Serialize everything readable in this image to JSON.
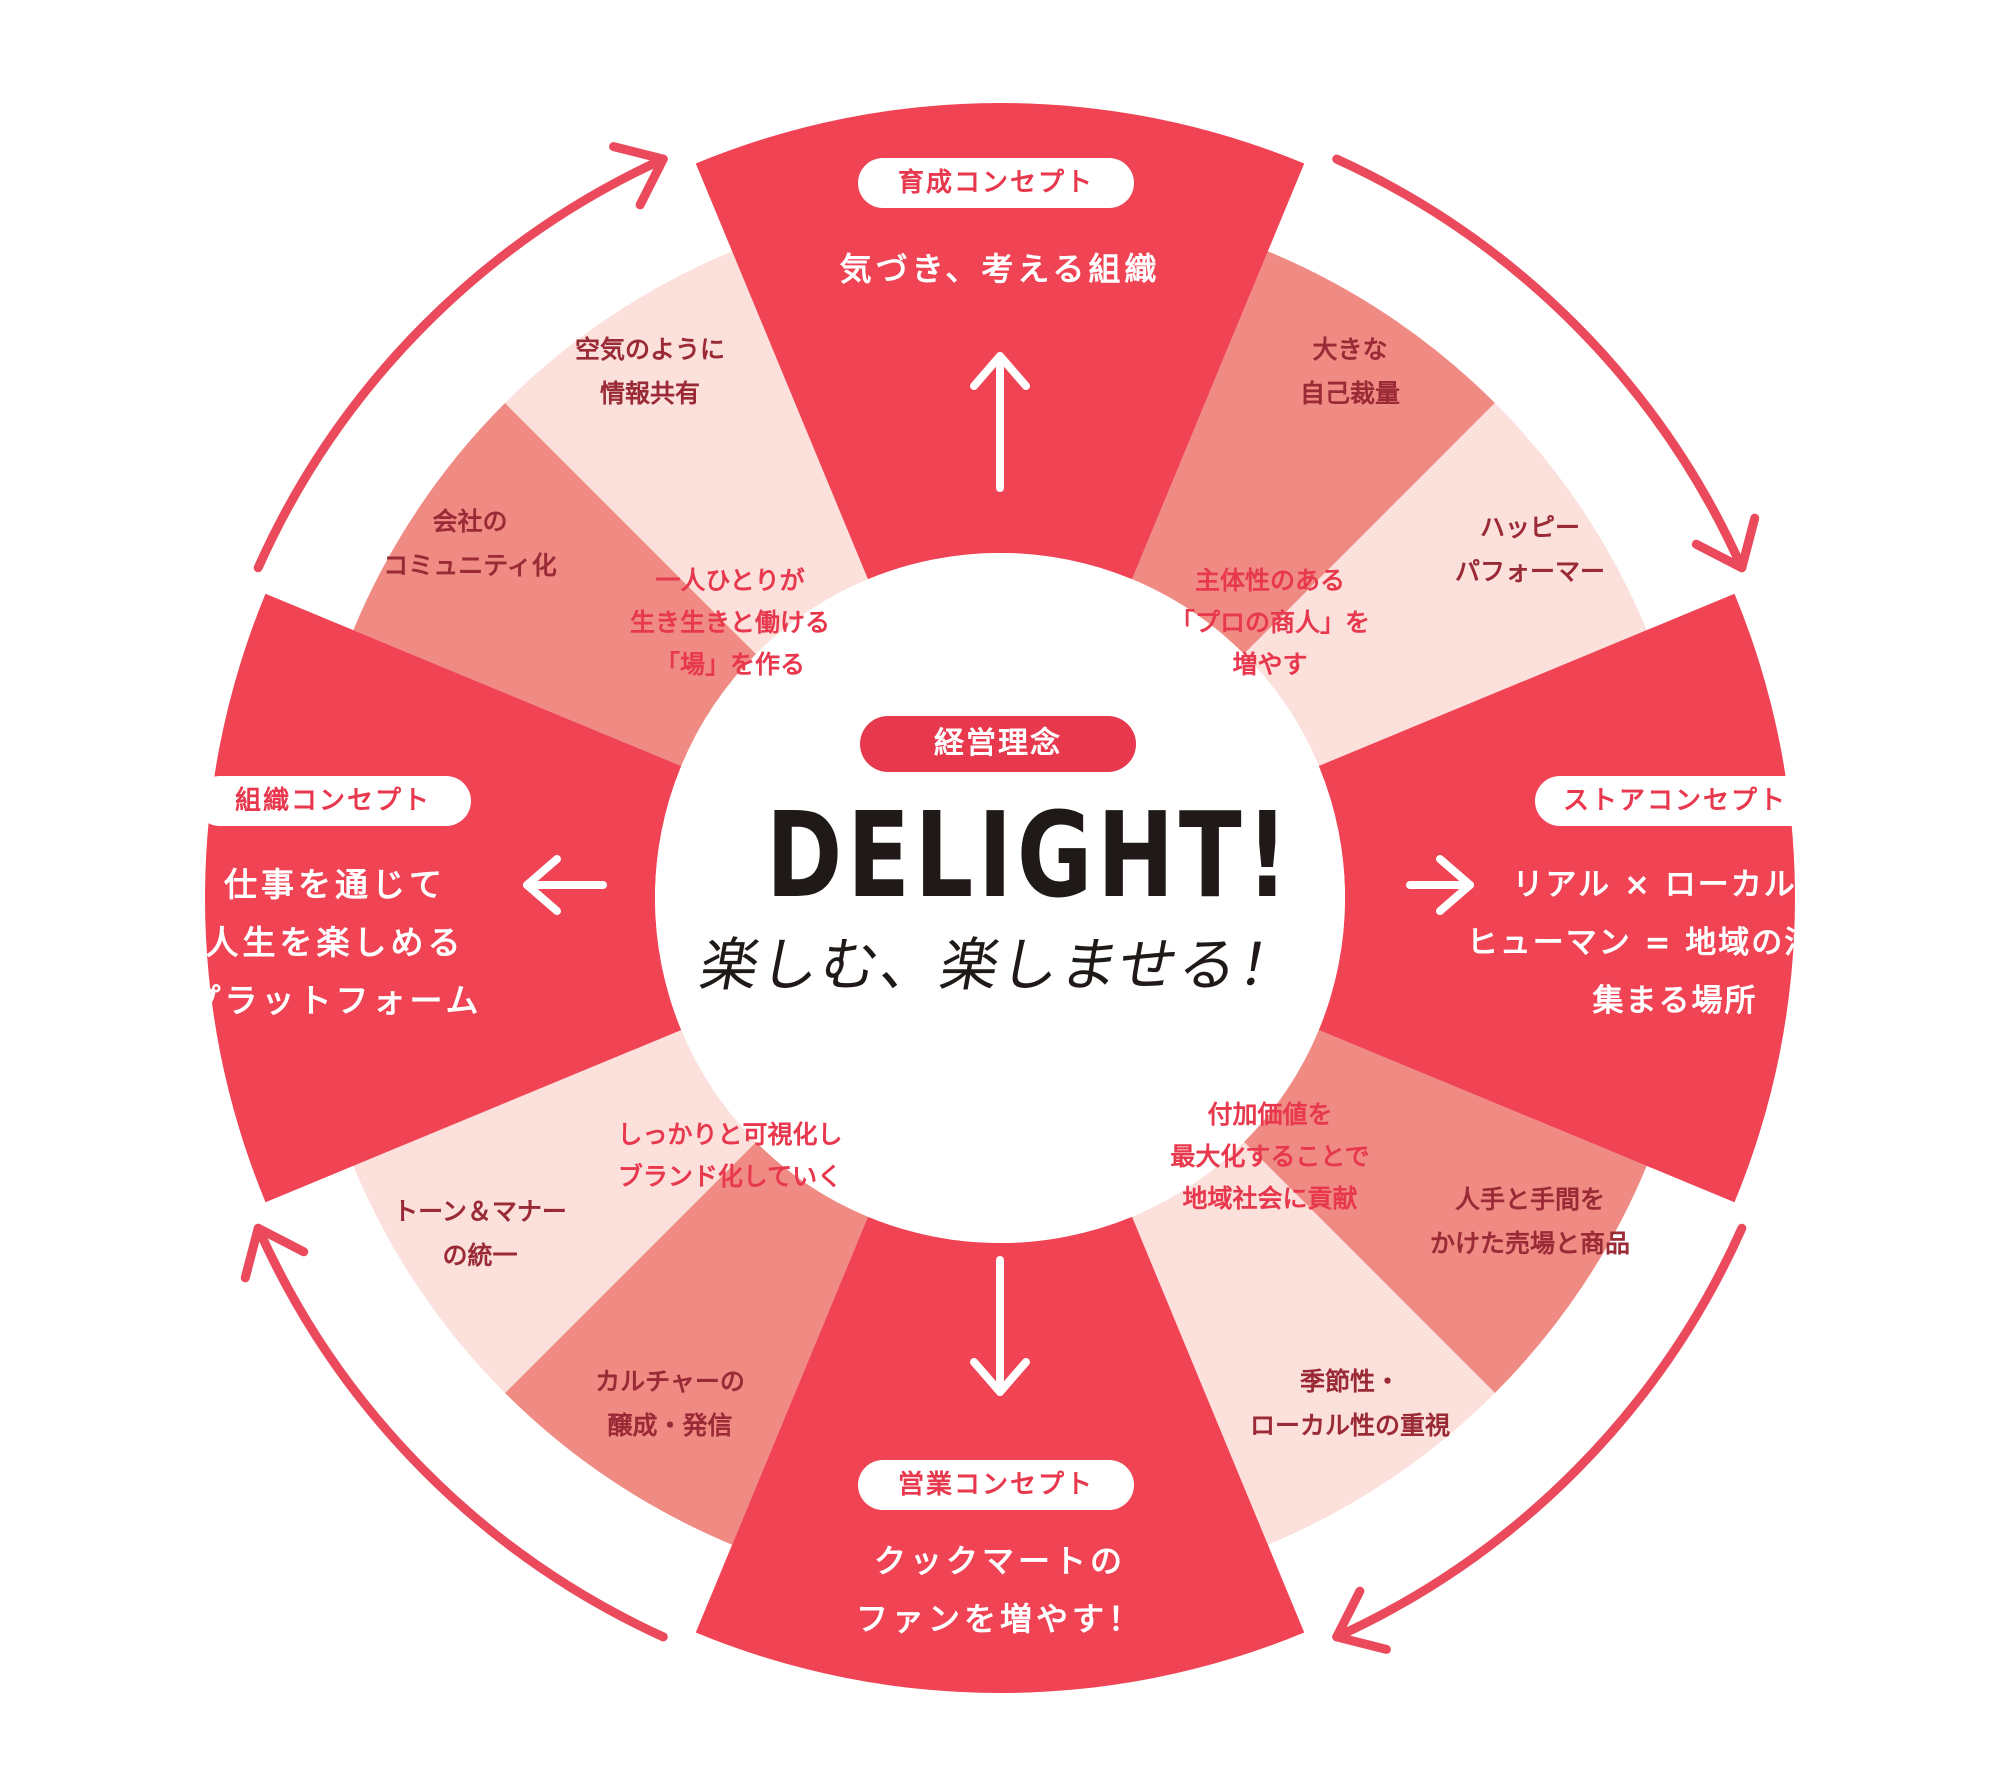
{
  "colors": {
    "main": "#f04455",
    "dark_segment": "#ef8b83",
    "light_segment": "#fbe0db",
    "arrow": "#ea4a5c",
    "white": "#ffffff",
    "text_dark": "#1f1a17"
  },
  "philosophy": {
    "badge": "経営理念",
    "title": "DELIGHT!",
    "subtitle": "楽しむ、楽しませる！"
  },
  "concepts": {
    "top": {
      "badge": "育成コンセプト",
      "text": "気づき、考える組織"
    },
    "right": {
      "badge": "ストアコンセプト",
      "text": "リアル × ローカル ×\nヒューマン = 地域の活気が\n集まる場所"
    },
    "bottom": {
      "badge": "営業コンセプト",
      "text": "クックマートの\nファンを増やす！"
    },
    "left": {
      "badge": "組織コンセプト",
      "text": "仕事を通じて\n人生を楽しめる\nプラットフォーム"
    }
  },
  "segments": {
    "top_right_1": "大きな\n自己裁量",
    "top_right_2": "ハッピー\nパフォーマー",
    "bottom_right_1": "人手と手間を\nかけた売場と商品",
    "bottom_right_2": "季節性・\nローカル性の重視",
    "bottom_left_1": "カルチャーの\n醸成・発信",
    "bottom_left_2": "トーン＆マナー\nの統一",
    "top_left_1": "会社の\nコミュニティ化",
    "top_left_2": "空気のように\n情報共有"
  },
  "inner_texts": {
    "top_left": "一人ひとりが\n生き生きと働ける\n「場」を作る",
    "top_right": "主体性のある\n「プロの商人」を\n増やす",
    "bottom_right": "付加価値を\n最大化することで\n地域社会に貢献",
    "bottom_left": "しっかりと可視化し\nブランド化していく"
  }
}
